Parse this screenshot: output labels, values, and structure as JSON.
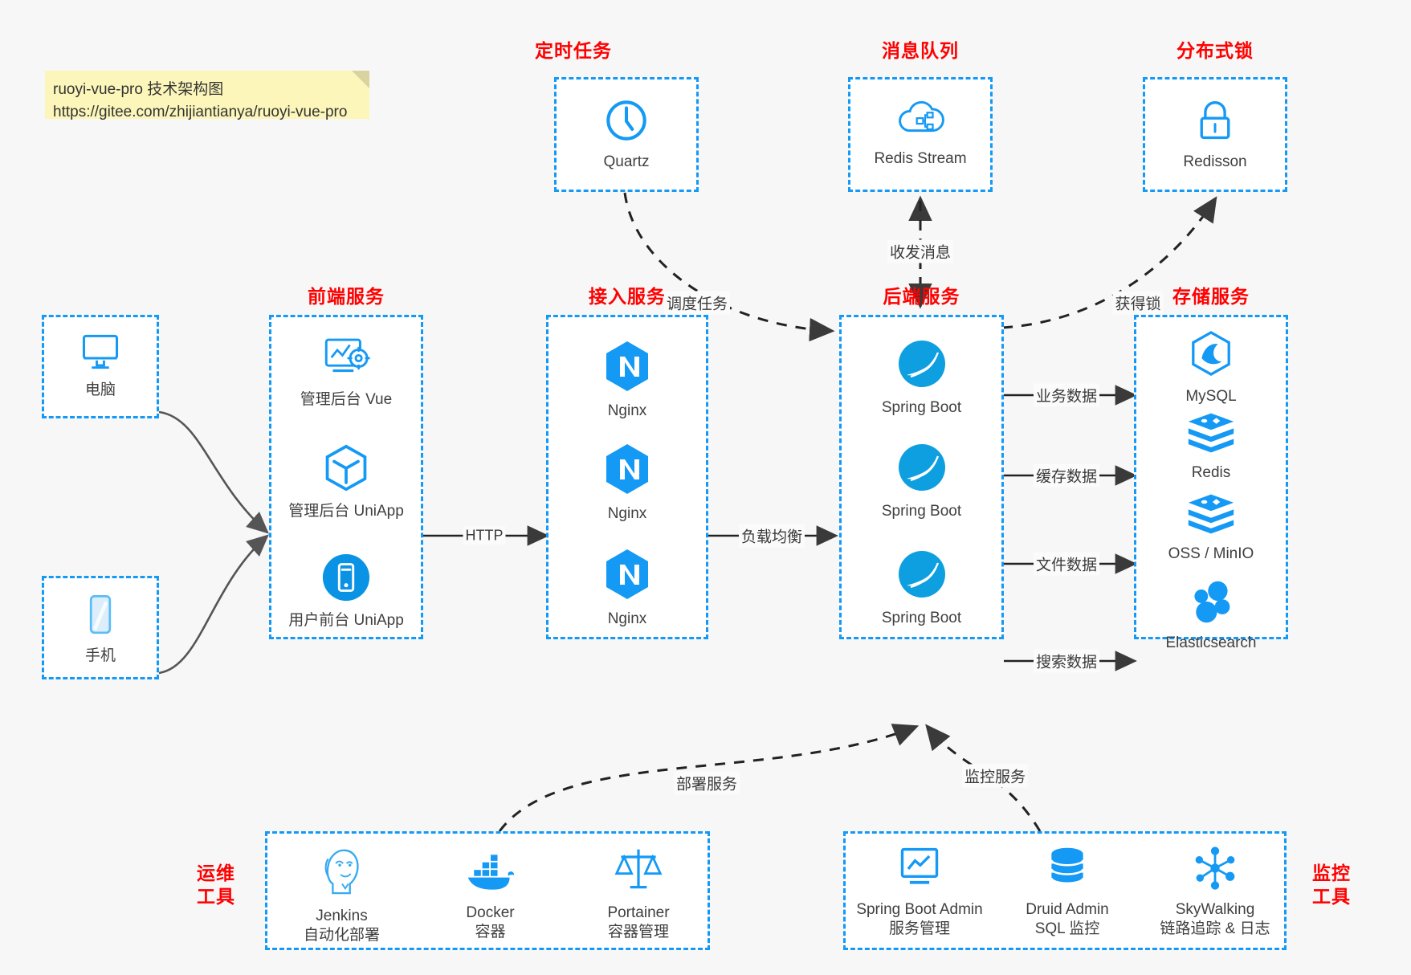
{
  "note": {
    "line1": "ruoyi-vue-pro 技术架构图",
    "line2": "https://gitee.com/zhijiantianya/ruoyi-vue-pro"
  },
  "groups": {
    "scheduler": {
      "title": "定时任务",
      "nodes": [
        {
          "label": "Quartz",
          "icon": "clock-icon"
        }
      ]
    },
    "mq": {
      "title": "消息队列",
      "nodes": [
        {
          "label": "Redis Stream",
          "icon": "cloud-stream-icon"
        }
      ]
    },
    "lock": {
      "title": "分布式锁",
      "nodes": [
        {
          "label": "Redisson",
          "icon": "lock-icon"
        }
      ]
    },
    "client_pc": {
      "title": "",
      "nodes": [
        {
          "label": "电脑",
          "icon": "desktop-icon"
        }
      ]
    },
    "client_mob": {
      "title": "",
      "nodes": [
        {
          "label": "手机",
          "icon": "phone-icon"
        }
      ]
    },
    "frontend": {
      "title": "前端服务",
      "nodes": [
        {
          "label": "管理后台 Vue",
          "icon": "dashboard-settings-icon"
        },
        {
          "label": "管理后台 UniApp",
          "icon": "cube-icon"
        },
        {
          "label": "用户前台 UniApp",
          "icon": "mobile-app-icon"
        }
      ]
    },
    "gateway": {
      "title": "接入服务",
      "nodes": [
        {
          "label": "Nginx",
          "icon": "nginx-icon"
        },
        {
          "label": "Nginx",
          "icon": "nginx-icon"
        },
        {
          "label": "Nginx",
          "icon": "nginx-icon"
        }
      ]
    },
    "backend": {
      "title": "后端服务",
      "nodes": [
        {
          "label": "Spring Boot",
          "icon": "spring-boot-icon"
        },
        {
          "label": "Spring Boot",
          "icon": "spring-boot-icon"
        },
        {
          "label": "Spring Boot",
          "icon": "spring-boot-icon"
        }
      ]
    },
    "storage": {
      "title": "存储服务",
      "nodes": [
        {
          "label": "MySQL",
          "icon": "mysql-icon"
        },
        {
          "label": "Redis",
          "icon": "redis-icon"
        },
        {
          "label": "OSS / MinIO",
          "icon": "oss-minio-icon"
        },
        {
          "label": "Elasticsearch",
          "icon": "elasticsearch-icon"
        }
      ]
    },
    "devops": {
      "title": "运维\n工具",
      "title_line1": "运维",
      "title_line2": "工具",
      "nodes": [
        {
          "label": "Jenkins",
          "sub": "自动化部署",
          "icon": "jenkins-icon"
        },
        {
          "label": "Docker",
          "sub": "容器",
          "icon": "docker-icon"
        },
        {
          "label": "Portainer",
          "sub": "容器管理",
          "icon": "portainer-icon"
        }
      ]
    },
    "monitor": {
      "title": "监控\n工具",
      "title_line1": "监控",
      "title_line2": "工具",
      "nodes": [
        {
          "label": "Spring Boot Admin",
          "sub": "服务管理",
          "icon": "monitor-chart-icon"
        },
        {
          "label": "Druid Admin",
          "sub": "SQL 监控",
          "icon": "database-icon"
        },
        {
          "label": "SkyWalking",
          "sub": "链路追踪 & 日志",
          "icon": "skywalking-icon"
        }
      ]
    }
  },
  "edges": {
    "http": "HTTP",
    "load_balance": "负载均衡",
    "schedule_task": "调度任务",
    "send_receive_message": "收发消息",
    "acquire_lock": "获得锁",
    "business_data": "业务数据",
    "cache_data": "缓存数据",
    "file_data": "文件数据",
    "search_data": "搜索数据",
    "deploy_service": "部署服务",
    "monitor_service": "监控服务"
  },
  "colors": {
    "accent_blue": "#1499f5",
    "title_red": "#ff0000",
    "note_yellow": "#fcf6ba",
    "text": "#3a3a3a",
    "background": "#f7f7f7"
  }
}
